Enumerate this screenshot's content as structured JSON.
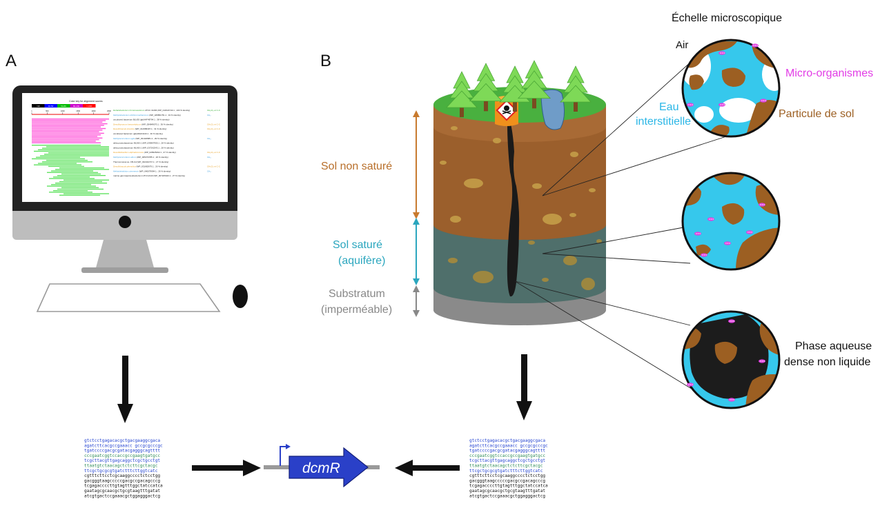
{
  "panels": {
    "a_letter": "A",
    "b_letter": "B"
  },
  "labels": {
    "microscale": "Échelle microscopique",
    "air": "Air",
    "microorganisms": "Micro-organismes",
    "pore_water_1": "Eau",
    "pore_water_2": "interstitielle",
    "soil_particle": "Particule de sol",
    "unsaturated": "Sol non saturé",
    "saturated_1": "Sol saturé",
    "saturated_2": "(aquifère)",
    "substratum_1": "Substratum",
    "substratum_2": "(imperméable)",
    "dnapl_1": "Phase aqueuse",
    "dnapl_2": "dense non liquide",
    "gene": "dcmR"
  },
  "screen": {
    "chart_title": "Color key for alignment scores",
    "legend_boxes": [
      "<40",
      "40-50",
      "50-80",
      "80-200",
      ">=200"
    ],
    "legend_colors": [
      "#000000",
      "#0000ff",
      "#00bb00",
      "#cc00cc",
      "#ff0000"
    ],
    "axis_ticks": [
      "1",
      "500",
      "1000",
      "1500",
      "2000",
      "2500"
    ],
    "hits": [
      {
        "name": "Dehalobacterium formicoaceticum",
        "info": "ATCC 31466 (WP_011524740.1 ; 100 % identity)",
        "color": "#2eaa2e",
        "tag": "CH₂Cl₂ et C-C"
      },
      {
        "name": "Methylobacterium dichloromethanicum",
        "info": "(WP_025851751.1 ; 43 % identity)",
        "color": "#3ea0e0",
        "tag": "CH₂"
      },
      {
        "name": "",
        "info": "uncultured bacterium BLU05 (gb|AHF48794.1 ; 38 % identity)",
        "color": "#222222",
        "tag": ""
      },
      {
        "name": "Desulfoprunum benzoelyticum",
        "info": "(WP_054849073.1 ; 36 % identity)",
        "color": "#e8a020",
        "tag": "CH₂Cl₂ et C-C"
      },
      {
        "name": "Desulfobacula toluolica",
        "info": "(WP_014958497.1 ; 31 % identity)",
        "color": "#e8a020",
        "tag": "CH₂Cl₂ et C-C"
      },
      {
        "name": "",
        "info": "uncultured bacterium (gb|ADH04140.1 ; 30 % identity)",
        "color": "#222222",
        "tag": ""
      },
      {
        "name": "Methylomicrobium agile",
        "info": "(WP_031428081.1 ; 29 % identity)",
        "color": "#3ea0e0",
        "tag": "CH₄"
      },
      {
        "name": "",
        "info": "delta proteobacterium MLMS-1 (WP_040997955.1 ; 28 % identity)",
        "color": "#222222",
        "tag": ""
      },
      {
        "name": "",
        "info": "delta proteobacterium MLMS-1 (WP_037292343.1 ; 28 % identity)",
        "color": "#222222",
        "tag": ""
      },
      {
        "name": "Desulfatibacillum aliphaticivorans",
        "info": "(WP_028325462.1 ; 27 % identity)",
        "color": "#e8a020",
        "tag": "CH₂Cl₂ et C-C"
      },
      {
        "name": "Methylomicrobium album",
        "info": "(WP_005370785.1 ; 26 % identity)",
        "color": "#3ea0e0",
        "tag": "CH₄"
      },
      {
        "name": "",
        "info": "Thermomonas sp. FB-Cd (WP_032434747.1 ; 27 % identity)",
        "color": "#222222",
        "tag": ""
      },
      {
        "name": "Desulfobacula phenolica",
        "info": "(WP_031682679.1 ; 26 % identity)",
        "color": "#e8a020",
        "tag": "CH₂Cl₂ et C-C"
      },
      {
        "name": "Methylohalobius crimeensis",
        "info": "(WP_040079994.1 ; 26 % identity)",
        "color": "#3ea0e0",
        "tag": "CH₄"
      },
      {
        "name": "",
        "info": "marine gammaproteobacterium HTCC2143 (WP_007225420.1 ; 27 % identity)",
        "color": "#222222",
        "tag": ""
      }
    ]
  },
  "sequence_lines": [
    {
      "t": "gtctcctgagacacgctgacgaaggcgaca",
      "c": "#1f3fd0"
    },
    {
      "t": "agatcttcacgccgaaacc gccgcgcccgc",
      "c": "#1f3fd0"
    },
    {
      "t": "tgatccccgacgcgatacgagggcagtttt",
      "c": "#1f3fd0"
    },
    {
      "t": "cccgaatcggtccaccgccgaagtgatgcc",
      "c": "#2e8b57"
    },
    {
      "t": "tcgcttacgttgagcaggctcgctgcctgt",
      "c": "#1f3fd0"
    },
    {
      "t": "ttaatgtctaacagctctcttcgctacgc",
      "c": "#2e8b57"
    },
    {
      "t": "ttcgctgcgcgtgatctttcttggtcatc",
      "c": "#1f3fd0"
    },
    {
      "t": "cgtttcttcctcgcaaggcccctctcctgg",
      "c": "#111111"
    },
    {
      "t": "gacgggtaagcccccgacgccgacagcccg",
      "c": "#111111"
    },
    {
      "t": "tcgagaccccttgtagtttggctatccatca",
      "c": "#111111"
    },
    {
      "t": "gaatagcgcaacgctgcgtaagtttgatat",
      "c": "#111111"
    },
    {
      "t": "atcgtgactccgaaacgctggagggactcg",
      "c": "#111111"
    }
  ]
}
